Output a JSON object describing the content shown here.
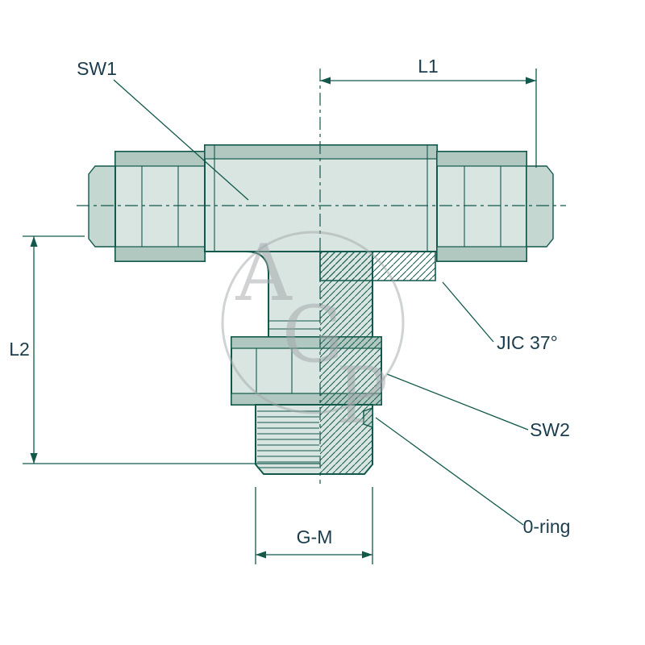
{
  "labels": {
    "sw1": "SW1",
    "l1": "L1",
    "l2": "L2",
    "jic37": "JIC 37°",
    "sw2": "SW2",
    "oring": "0-ring",
    "gm": "G-M"
  },
  "watermark": {
    "letters": [
      "A",
      "G",
      "P"
    ]
  },
  "colors": {
    "line": "#12594c",
    "text": "#1a3c4d",
    "fill_light": "#d8e5e0",
    "fill_mid": "#c4d7d1",
    "fill_dark": "#b0c8c0",
    "watermark": "#a2a7aa"
  }
}
